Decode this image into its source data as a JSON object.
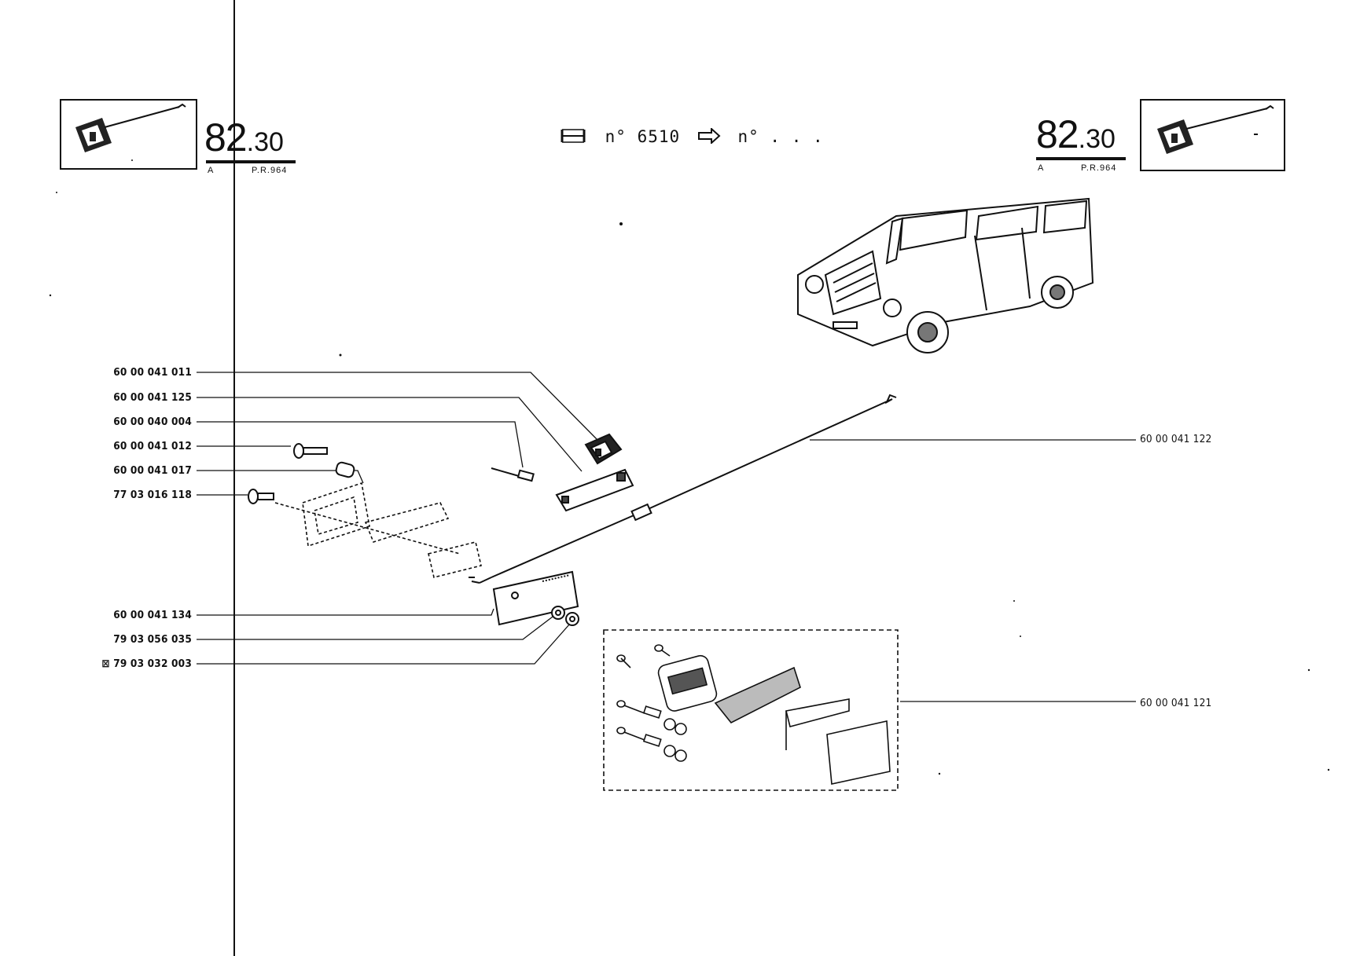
{
  "header": {
    "section_left": {
      "major": "82",
      "minor": ".30",
      "letter": "A",
      "ref": "P.R.964"
    },
    "section_right": {
      "major": "82",
      "minor": ".30",
      "letter": "A",
      "ref": "P.R.964"
    },
    "serial_text": "n° 6510",
    "serial_end": "n° . . ."
  },
  "parts_left": [
    {
      "ref": "60 00 041 011"
    },
    {
      "ref": "60 00 041 125"
    },
    {
      "ref": "60 00 040 004"
    },
    {
      "ref": "60 00 041 012"
    },
    {
      "ref": "60 00 041 017"
    },
    {
      "ref": "77 03 016 118"
    },
    {
      "ref": "60 00 041 134"
    },
    {
      "ref": "79 03 056 035"
    },
    {
      "ref": "79 03 032 003",
      "marker": "⊠"
    }
  ],
  "parts_right": [
    {
      "ref": "60 00 041 122"
    },
    {
      "ref": "60 00 041 121"
    }
  ],
  "icons": {
    "arrow": "right-outline-arrow-icon",
    "axle": "axle-symbol-icon",
    "colors": {
      "ink": "#111111",
      "paper": "#ffffff"
    }
  }
}
